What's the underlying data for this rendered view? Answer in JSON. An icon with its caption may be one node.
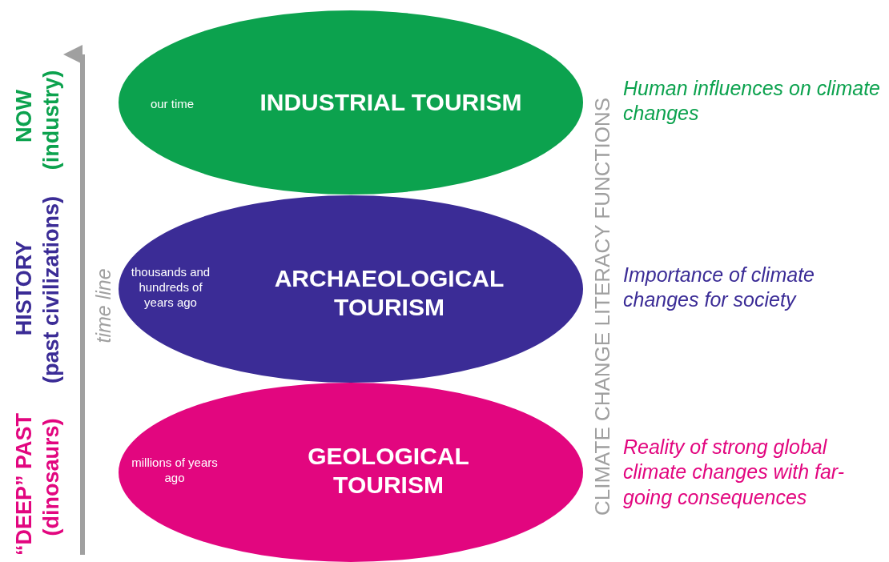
{
  "diagram": {
    "nodes": [
      {
        "text": [
          "our time",
          "INDUSTRIAL TOURISM"
        ],
        "beside": [
          "Human influences on climate changes"
        ]
      },
      {
        "text": [
          "thousands and hundreds of years ago",
          "ARCHAEOLOGICAL TOURISM"
        ],
        "beside": [
          "Importance of climate changes for society"
        ]
      },
      {
        "text": [
          "millions of years ago",
          "GEOLOGICAL TOURISM"
        ],
        "beside": [
          "Reality of strong global climate changes with far-going consequences"
        ]
      }
    ],
    "labels": [
      "NOW",
      "(industry)",
      "HISTORY",
      "(past civilizations)",
      "“DEEP” PAST",
      "(dinosaurs)",
      "time line",
      "CLIMATE CHANGE LITERACY FUNCTIONS"
    ]
  }
}
